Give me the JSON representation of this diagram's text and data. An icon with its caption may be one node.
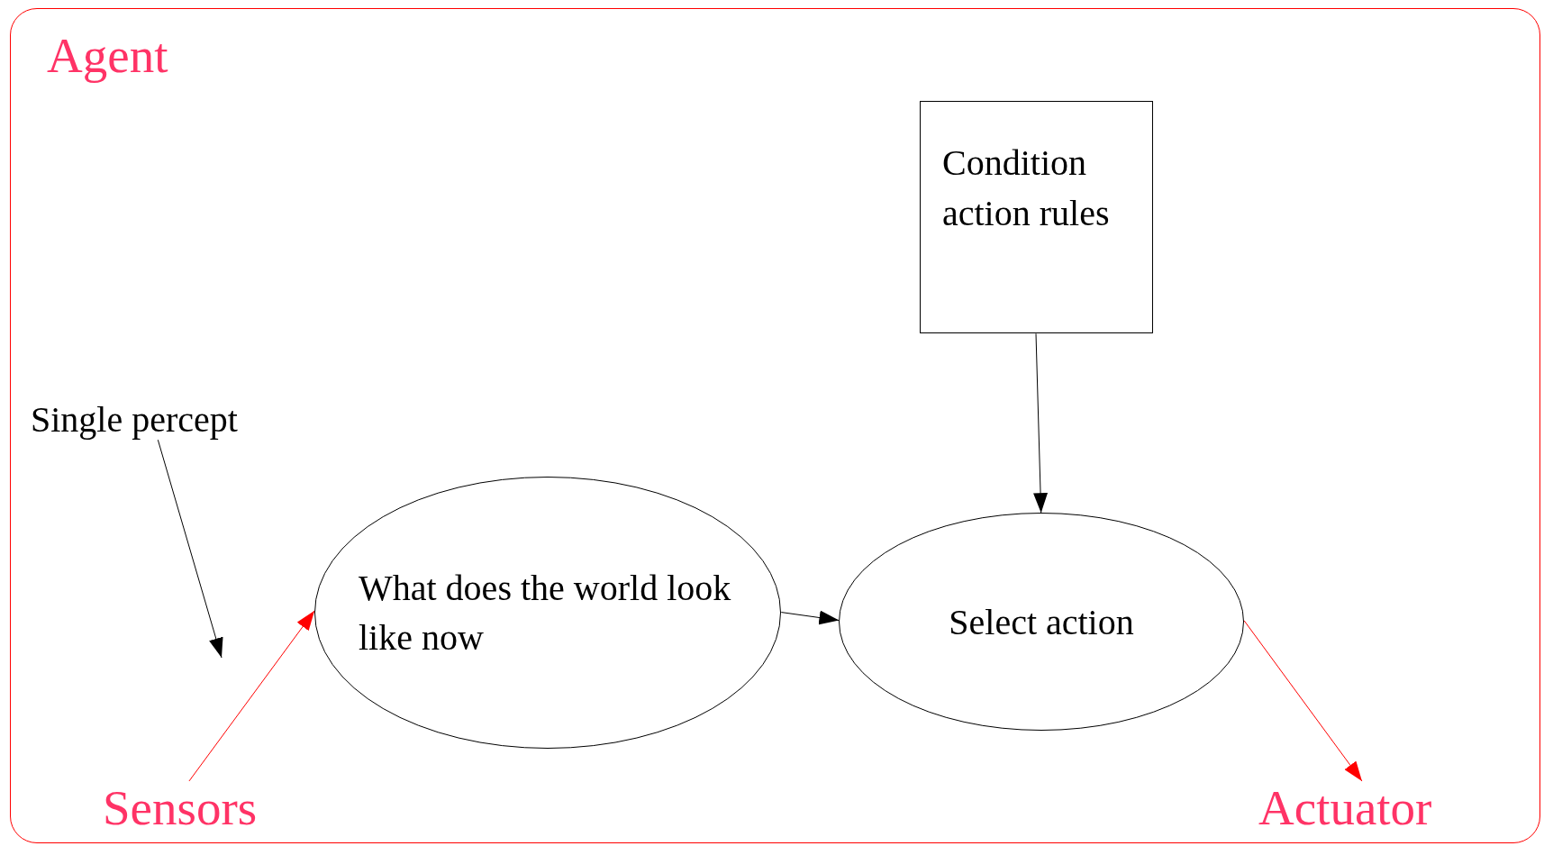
{
  "diagram": {
    "nodes": [
      {
        "text": [
          "Agent"
        ]
      },
      {
        "text": [
          "Condition action rules"
        ],
        "in": 0
      },
      {
        "text": [
          "Single percept"
        ],
        "in": 0
      },
      {
        "text": [
          "What does the world look like now"
        ],
        "in": 0
      },
      {
        "text": [
          "Select action"
        ],
        "in": 0
      },
      {
        "text": [
          "Sensors"
        ],
        "in": 0
      },
      {
        "text": [
          "Actuator"
        ],
        "in": 0
      }
    ],
    "edges": [
      {
        "from": 2,
        "to": null,
        "arrow": "to"
      },
      {
        "from": 5,
        "to": 3,
        "arrow": "to",
        "color": "#ff0000"
      },
      {
        "from": 3,
        "to": 4,
        "arrow": "to"
      },
      {
        "from": 1,
        "to": 4,
        "arrow": "to"
      },
      {
        "from": 4,
        "to": 6,
        "arrow": "to",
        "color": "#ff0000"
      }
    ]
  }
}
